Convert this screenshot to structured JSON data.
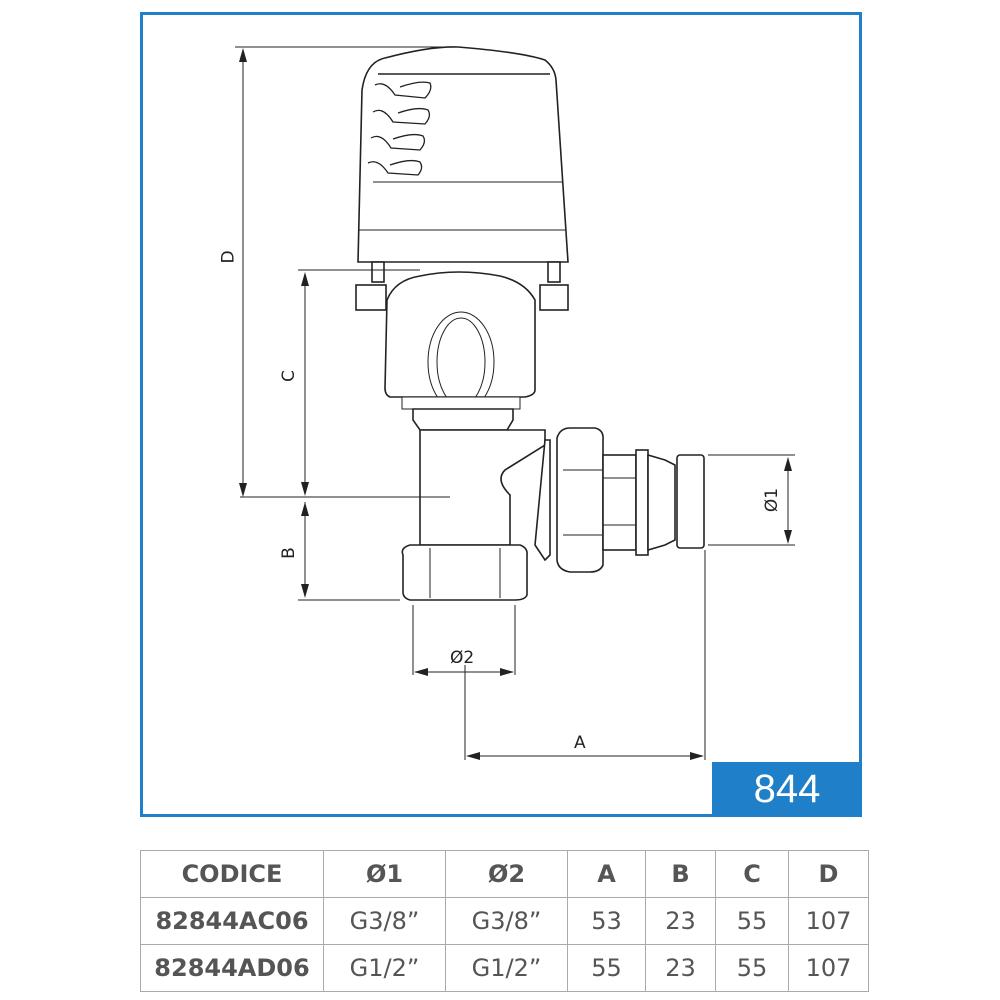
{
  "model_number": "844",
  "dimension_labels": {
    "A": "A",
    "B": "B",
    "C": "C",
    "D": "D",
    "d1": "Ø1",
    "d2": "Ø2"
  },
  "table": {
    "headers": [
      "CODICE",
      "Ø1",
      "Ø2",
      "A",
      "B",
      "C",
      "D"
    ],
    "rows": [
      [
        "82844AC06",
        "G3/8”",
        "G3/8”",
        "53",
        "23",
        "55",
        "107"
      ],
      [
        "82844AD06",
        "G1/2”",
        "G1/2”",
        "55",
        "23",
        "55",
        "107"
      ]
    ]
  },
  "colors": {
    "accent": "#1f7fc9"
  }
}
